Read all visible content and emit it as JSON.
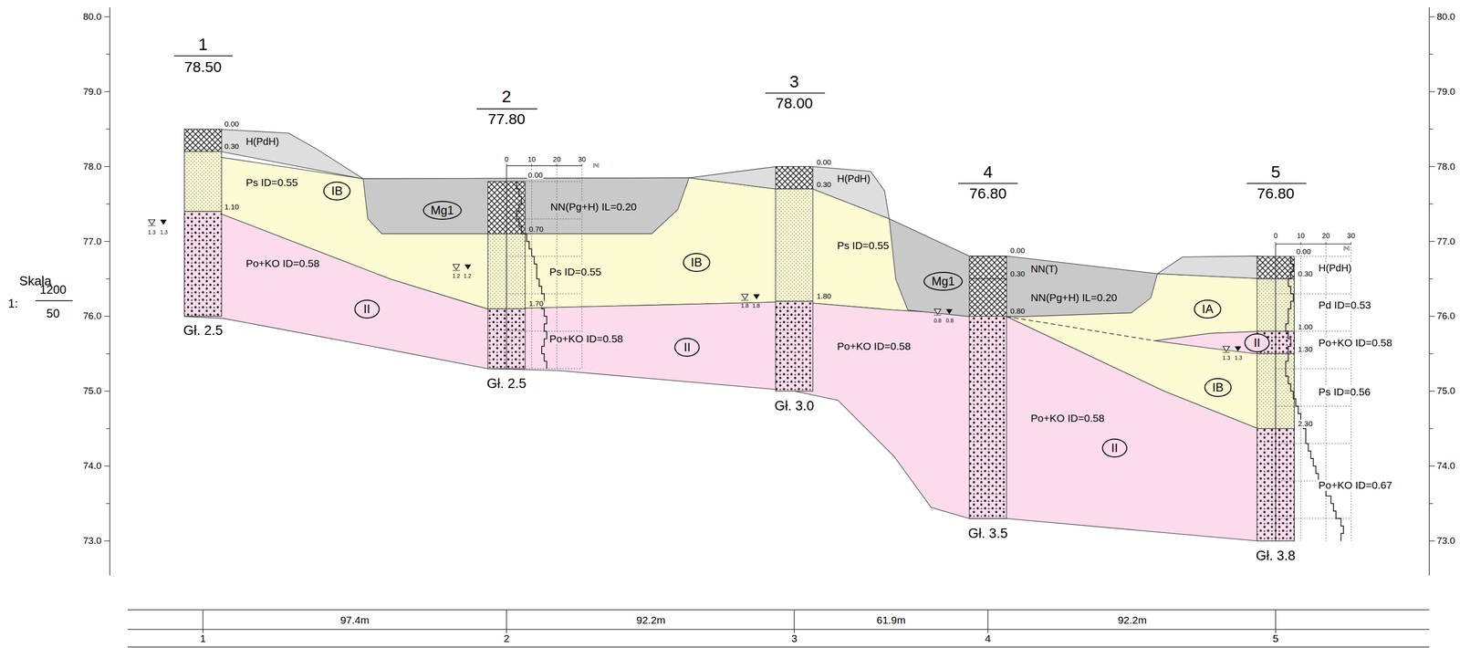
{
  "diagram": {
    "nodes": [
      {
        "text": [
          "IB"
        ]
      },
      {
        "text": [
          "Mg1"
        ]
      },
      {
        "text": [
          "IB"
        ]
      },
      {
        "text": [
          "II"
        ]
      },
      {
        "text": [
          "II"
        ]
      },
      {
        "text": [
          "Mg1"
        ]
      },
      {
        "text": [
          "IA"
        ]
      },
      {
        "text": [
          "II"
        ]
      },
      {
        "text": [
          "IB"
        ]
      },
      {
        "text": [
          "II"
        ]
      }
    ],
    "labels": [
      "1",
      "78.50",
      "2",
      "77.80",
      "3",
      "78.00",
      "4",
      "76.80",
      "5",
      "76.80",
      "0.00",
      "0.30",
      "H(PdH)",
      "Ps ID=0.55",
      "1.10",
      "Po+KO ID=0.58",
      "Gł. 2.5",
      "1.3",
      "1.3",
      "0",
      "10",
      "20",
      "30",
      "[N]",
      "0.00",
      "NN(Pg+H) IL=0.20",
      "0.70",
      "Ps ID=0.55",
      "1.70",
      "Po+KO ID=0.58",
      "Gł. 2.5",
      "1.2",
      "1.2",
      "0.00",
      "H(PdH)",
      "0.30",
      "Ps ID=0.55",
      "1.80",
      "Po+KO ID=0.58",
      "Gł. 3.0",
      "1.8",
      "1.8",
      "0.00",
      "NN(T)",
      "0.30",
      "NN(Pg+H) IL=0.20",
      "0.80",
      "0.8",
      "0.8",
      "Po+KO ID=0.58",
      "Gł. 3.5",
      "0",
      "10",
      "20",
      "30",
      "[N]",
      "0.00",
      "0.30",
      "H(PdH)",
      "Pd ID=0.53",
      "1.00",
      "Po+KO ID=0.58",
      "1.30",
      "1.3",
      "1.3",
      "Ps ID=0.56",
      "2.30",
      "Po+KO ID=0.67",
      "Gł. 3.8",
      "80.0",
      "79.0",
      "78.0",
      "77.0",
      "76.0",
      "75.0",
      "74.0",
      "73.0",
      "80.0",
      "79.0",
      "78.0",
      "77.0",
      "76.0",
      "75.0",
      "74.0",
      "73.0",
      "Skala",
      "1:",
      "1200",
      "50",
      "97.4m",
      "92.2m",
      "61.9m",
      "92.2m",
      "1",
      "2",
      "3",
      "4",
      "5"
    ]
  }
}
